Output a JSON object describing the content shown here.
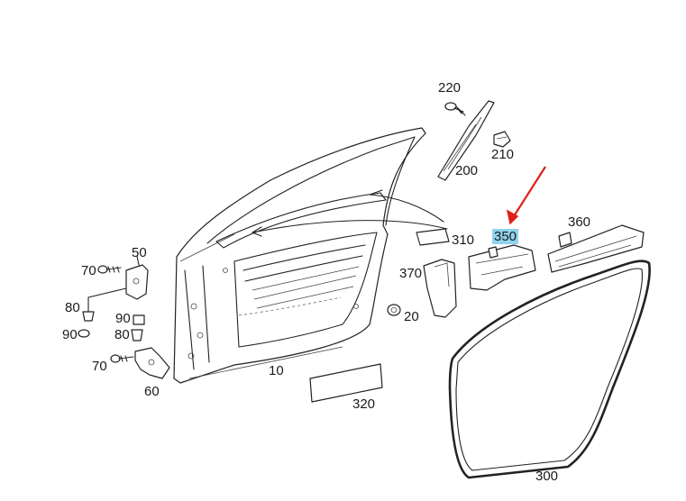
{
  "highlight_color": "#8fd3ee",
  "arrow_color": "#e0201a",
  "callouts": {
    "p10": "10",
    "p20": "20",
    "p50": "50",
    "p60": "60",
    "p70_top": "70",
    "p70_bottom": "70",
    "p80_top": "80",
    "p80_bottom": "80",
    "p90_left": "90",
    "p90_right": "90",
    "p200": "200",
    "p210": "210",
    "p220": "220",
    "p300": "300",
    "p310": "310",
    "p320": "320",
    "p350": "350",
    "p360": "360",
    "p370": "370"
  },
  "highlighted_part": "350"
}
